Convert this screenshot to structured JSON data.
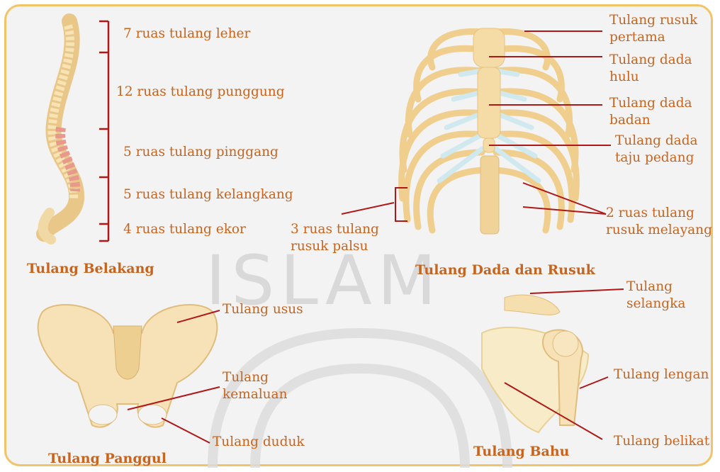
{
  "watermark": "ISLAM",
  "colors": {
    "label": "#c8641e",
    "leader": "#b01818",
    "bone": "#f3d9a0",
    "cartilage": "#cfe9ee",
    "frame": "#f1c469"
  },
  "spine": {
    "title": "Tulang Belakang",
    "labels": [
      "7 ruas tulang leher",
      "12 ruas tulang punggung",
      "5 ruas tulang pinggang",
      "5 ruas tulang kelangkang",
      "4 ruas tulang ekor"
    ]
  },
  "ribcage": {
    "title": "Tulang Dada dan Rusuk",
    "labels": {
      "first_rib": [
        "Tulang rusuk",
        "pertama"
      ],
      "manubrium": [
        "Tulang dada",
        "hulu"
      ],
      "sternum_body": [
        "Tulang dada",
        "badan"
      ],
      "xiphoid": [
        "Tulang dada",
        "taju pedang"
      ],
      "false_ribs": [
        "3 ruas tulang",
        "rusuk palsu"
      ],
      "floating_ribs": [
        "2 ruas tulang",
        "rusuk melayang"
      ]
    }
  },
  "pelvis": {
    "title": "Tulang Panggul",
    "labels": {
      "ilium": "Tulang usus",
      "pubis": [
        "Tulang",
        "kemaluan"
      ],
      "ischium": "Tulang duduk"
    }
  },
  "shoulder": {
    "title": "Tulang Bahu",
    "labels": {
      "clavicle": [
        "Tulang",
        "selangka"
      ],
      "humerus": "Tulang lengan",
      "scapula": "Tulang belikat"
    }
  }
}
